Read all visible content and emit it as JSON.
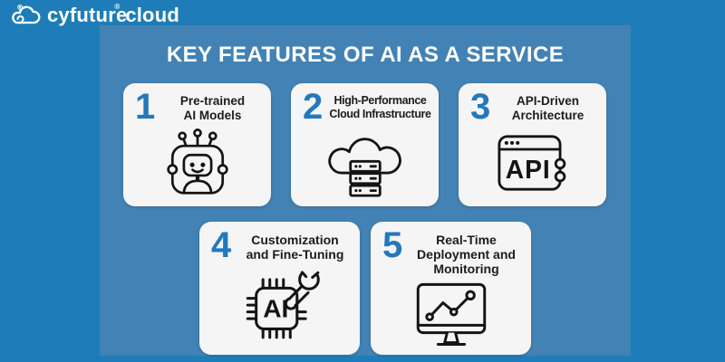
{
  "logo": {
    "icon": "cloud-swirl-icon",
    "brand": "cyfuture",
    "product": "cloud",
    "trademark": "®"
  },
  "header": {
    "title": "KEY FEATURES OF AI AS A SERVICE"
  },
  "cards": [
    {
      "number": "1",
      "label_lines": [
        "Pre-trained",
        "AI Models"
      ],
      "icon": "robot-icon"
    },
    {
      "number": "2",
      "label_lines": [
        "High-Performance",
        "Cloud Infrastructure"
      ],
      "icon": "cloud-servers-icon"
    },
    {
      "number": "3",
      "label_lines": [
        "API-Driven",
        "Architecture"
      ],
      "icon": "api-window-icon",
      "icon_text": "API"
    },
    {
      "number": "4",
      "label_lines": [
        "Customization",
        "and Fine-Tuning"
      ],
      "icon": "ai-chip-wrench-icon",
      "icon_text": "AI"
    },
    {
      "number": "5",
      "label_lines": [
        "Real-Time",
        "Deployment and",
        "Monitoring"
      ],
      "icon": "monitor-graph-icon"
    }
  ],
  "colors": {
    "outer_bg": "#1E7DB8",
    "panel_bg": "#4282B4",
    "card_bg": "#F4F5F4",
    "accent": "#2478BC",
    "text_dark": "#1C1C1C",
    "icon_stroke": "#141414",
    "title_text": "#FFFFFF"
  }
}
